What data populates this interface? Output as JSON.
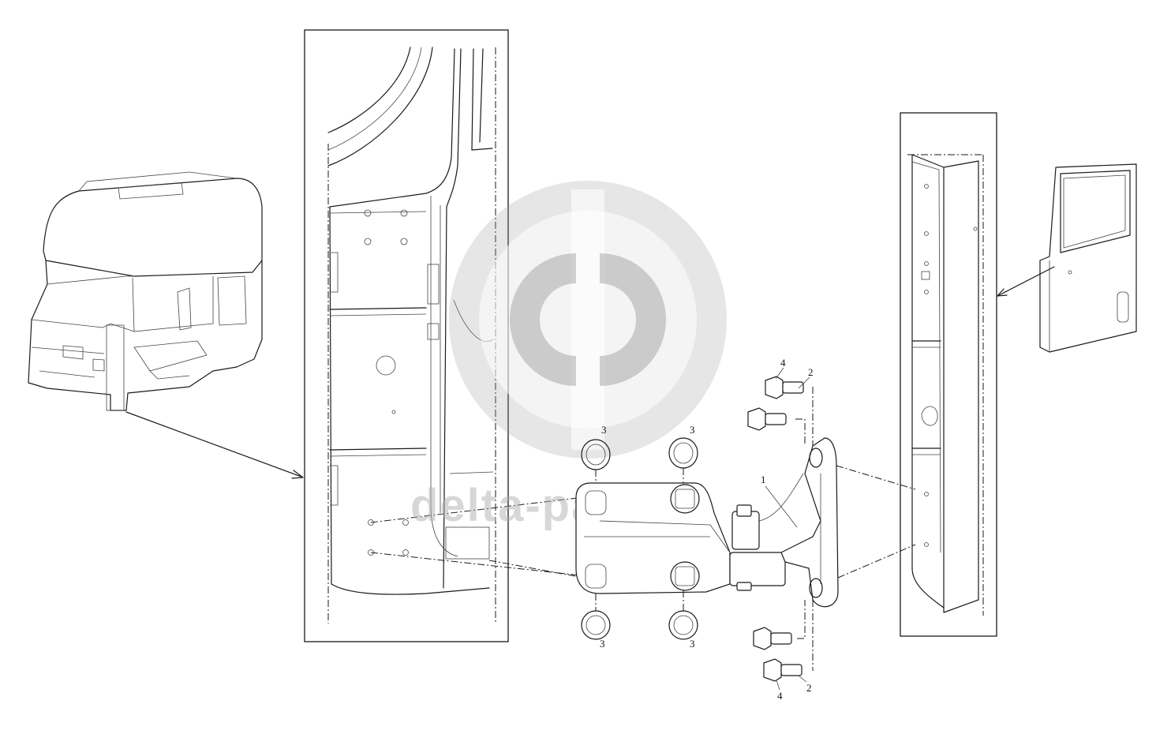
{
  "callouts": {
    "hinge": "1",
    "bolt_top": "2",
    "bolt_bottom": "2",
    "washer_top_left": "3",
    "washer_top_right": "3",
    "washer_bottom_left": "3",
    "washer_bottom_right": "3",
    "nut_top": "4",
    "nut_bottom": "4"
  },
  "watermark": {
    "text": "delta-parts"
  },
  "colors": {
    "line": "#1a1a1a",
    "watermark": "#9a9a9a"
  }
}
